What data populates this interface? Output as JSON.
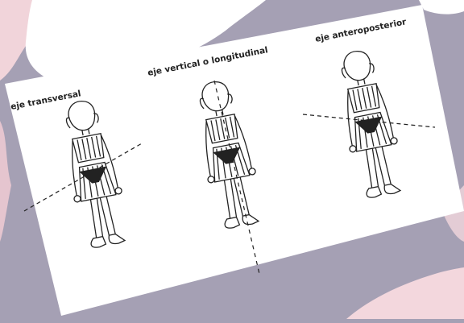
{
  "diagram": {
    "labels": {
      "transverse": "eje transversal",
      "vertical": "eje vertical o longitudinal",
      "anteroposterior": "eje anteroposterior"
    },
    "figures": [
      {
        "name": "figure-transverse-axis",
        "axis": "transverse"
      },
      {
        "name": "figure-vertical-axis",
        "axis": "vertical"
      },
      {
        "name": "figure-anteroposterior-axis",
        "axis": "anteroposterior"
      }
    ]
  },
  "colors": {
    "background": "#a5a0b4",
    "card": "#ffffff",
    "ink": "#222222",
    "pink_splash": "#f1d4da",
    "white_splash": "#ffffff"
  }
}
